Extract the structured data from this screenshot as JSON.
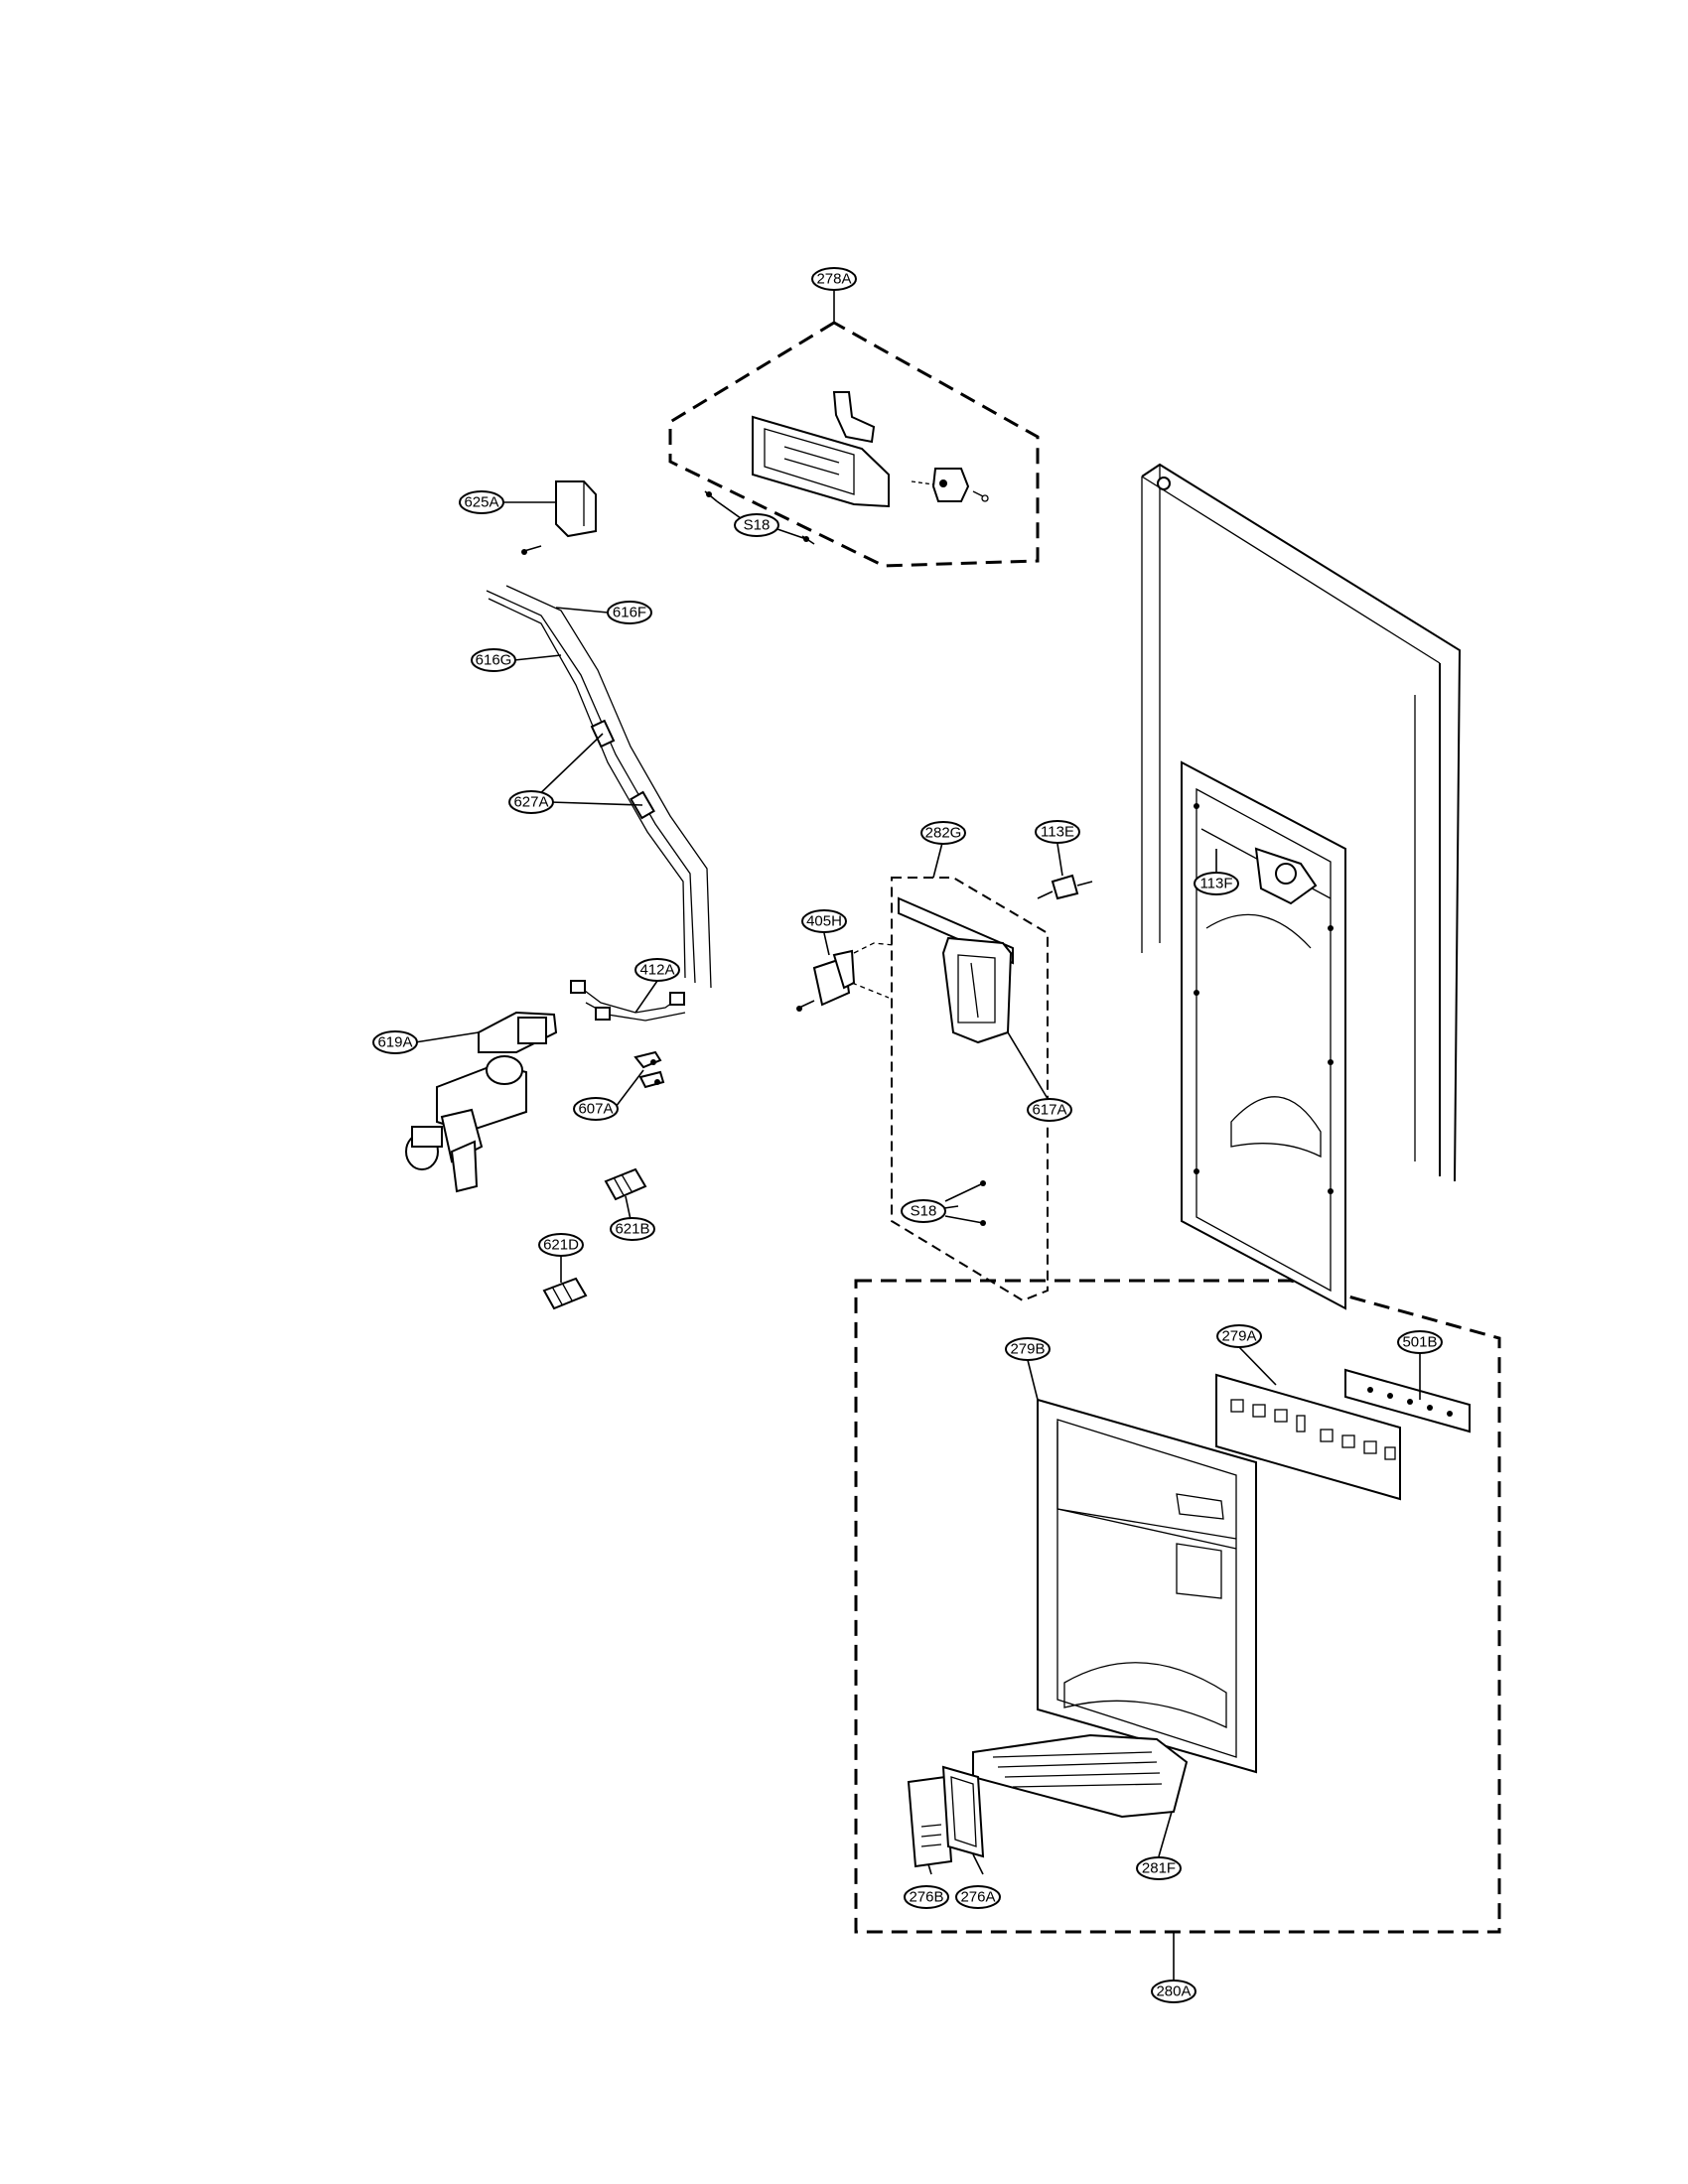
{
  "diagram": {
    "labels": {
      "l278A": "278A",
      "l625A": "625A",
      "lS18a": "S18",
      "l616F": "616F",
      "l616G": "616G",
      "l627A": "627A",
      "l282G": "282G",
      "l113E": "113E",
      "l113F": "113F",
      "l405H": "405H",
      "l412A": "412A",
      "l619A": "619A",
      "l607A": "607A",
      "l617A": "617A",
      "l621B": "621B",
      "l621D": "621D",
      "lS18b": "S18",
      "l279B": "279B",
      "l279A": "279A",
      "l501B": "501B",
      "l281F": "281F",
      "l276B": "276B",
      "l276A": "276A",
      "l280A": "280A"
    }
  }
}
